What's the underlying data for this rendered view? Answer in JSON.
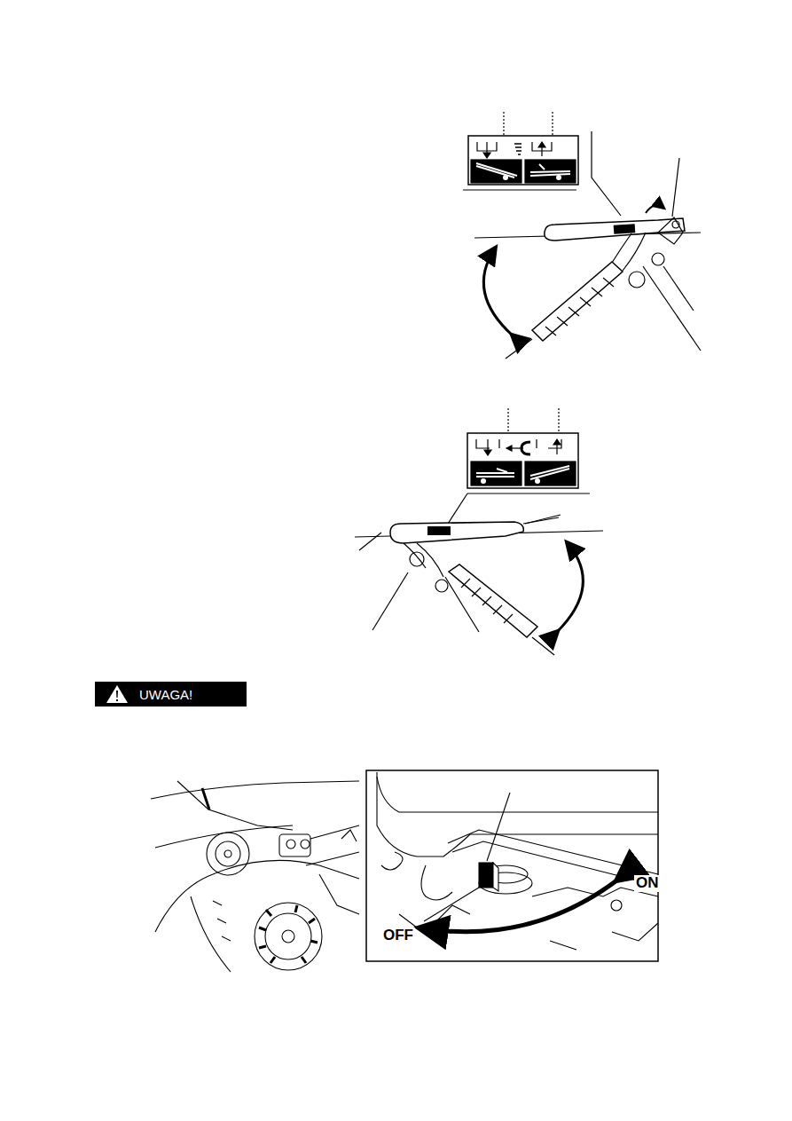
{
  "diagram": {
    "nodes": [
      {
        "text": [
          "UWAGA!"
        ]
      }
    ],
    "labels": [
      "ON",
      "OFF"
    ]
  }
}
